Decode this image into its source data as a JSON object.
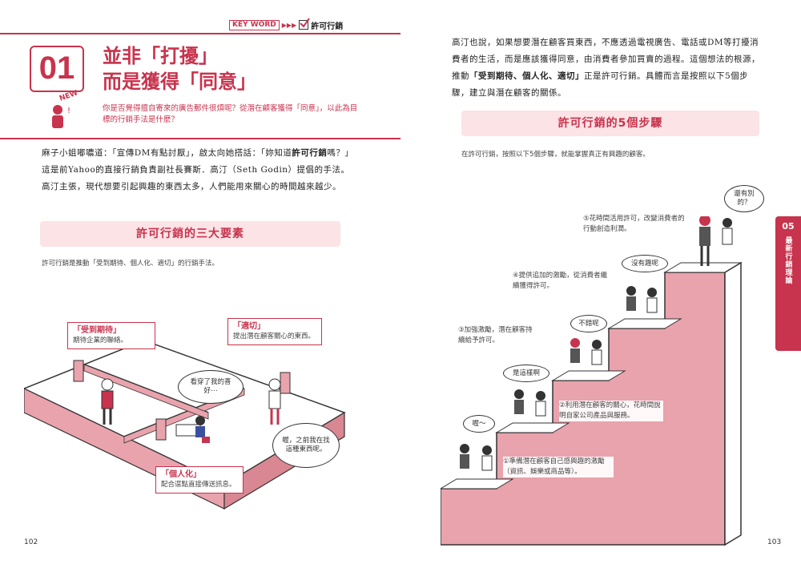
{
  "header": {
    "keyword_label": "KEY WORD",
    "keyword_arrows": "▶▶▶",
    "check_icon": "check-box-icon",
    "keyword": "許可行銷"
  },
  "left": {
    "number": "01",
    "new_badge": "NEW",
    "title_line1": "並非「打擾」",
    "title_line2": "而是獲得「同意」",
    "lead": "你是否覺得擅自寄來的廣告郵件很煩呢？從潛在顧客獲得「同意」，以此為目標的行銷手法是什麼？",
    "body_plain1": "麻子小姐嘟噥道：「宣傳DM有點討厭」，啟太向她搭話：「妳知道",
    "body_bold1": "許可行銷",
    "body_plain2": "嗎？」這是前Yahoo的直接行銷負責副社長賽斯．高汀（Seth Godin）提倡的手法。高汀主張，現代想要引起興趣的東西太多，人們能用來關心的時間越來越少。",
    "section_title": "許可行銷的三大要素",
    "section_desc": "許可行銷是推動「受到期待、個人化、適切」的行銷手法。",
    "callout1_title": "「受到期待」",
    "callout1_text": "期待企業的聯絡。",
    "callout2_title": "「適切」",
    "callout2_text": "提出潛在顧客關心的東西。",
    "callout3_title": "「個人化」",
    "callout3_text": "配合逕點直接傳送訊息。",
    "bubble1": "看穿了我的喜好⋯",
    "bubble2": "喔，之前我在找這種東西呢。",
    "page_number": "102"
  },
  "right": {
    "body_plain1": "高汀也說，如果想要潛在顧客買東西，不應透過電視廣告、電話或DM等打擾消費者的生活，而是應該獲得同意，由消費者參加買賣的過程。這個想法的根源，推動",
    "body_bold": "「受到期待、個人化、適切」",
    "body_plain2": "正是許可行銷。具體而言是按照以下5個步驟，建立與潛在顧客的關係。",
    "section_title": "許可行銷的5個步驟",
    "section_desc": "在許可行銷，按照以下5個步驟，就能掌握真正有興趣的顧客。",
    "steps": [
      "①準備潛在顧客自己感興趣的激勵（資訊、娛樂或商品等）。",
      "②利用潛在顧客的關心，花時間說明自家公司產品與服務。",
      "③加強激勵，潛在顧客持續給予許可。",
      "④提供追加的激勵，從消費者繼續獲得許可。",
      "⑤花時間活用許可，改變消費者的行動創造利潤。"
    ],
    "bubbles": [
      "喔～",
      "是這樣啊",
      "不錯呢",
      "沒有趣呢",
      "還有別的？"
    ],
    "side_tab_num": "05",
    "side_tab_text": "最新行銷理論",
    "page_number": "103"
  },
  "colors": {
    "accent": "#c8334d",
    "band": "#fbe3e6",
    "stair": "#e9a3ad"
  }
}
